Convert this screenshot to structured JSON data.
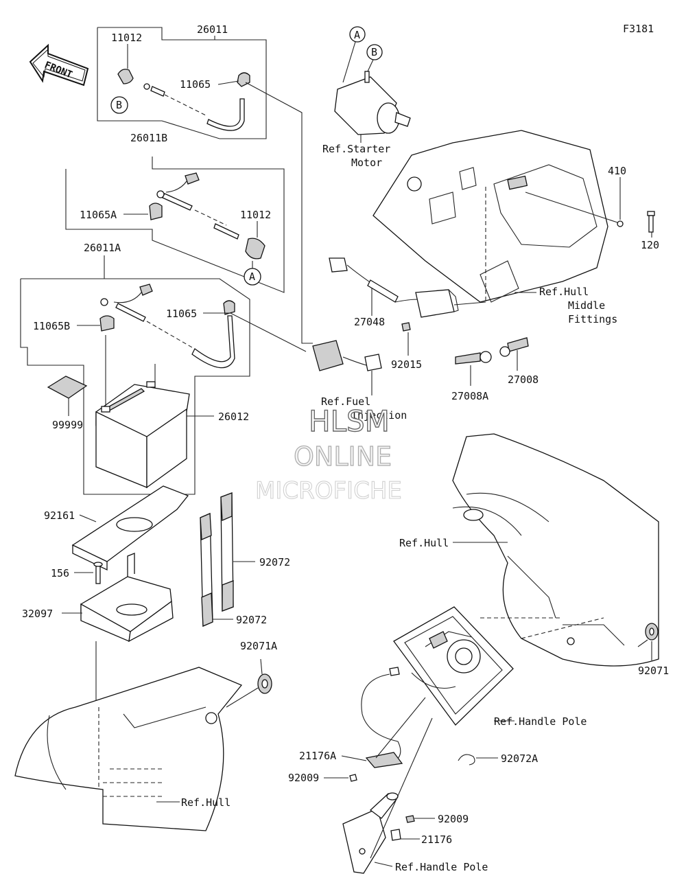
{
  "figure_code": "F3181",
  "front_arrow_text": "FRONT",
  "watermark": {
    "line1": "HLSM",
    "line2": "ONLINE",
    "line3": "MICROFICHE"
  },
  "callouts": {
    "A": "A",
    "B": "B"
  },
  "labels": [
    {
      "id": "26011",
      "text": "26011"
    },
    {
      "id": "11012-top",
      "text": "11012"
    },
    {
      "id": "11065-top",
      "text": "11065"
    },
    {
      "id": "26011B",
      "text": "26011B"
    },
    {
      "id": "11065A",
      "text": "11065A"
    },
    {
      "id": "11012-mid",
      "text": "11012"
    },
    {
      "id": "26011A",
      "text": "26011A"
    },
    {
      "id": "11065B",
      "text": "11065B"
    },
    {
      "id": "11065-mid",
      "text": "11065"
    },
    {
      "id": "99999",
      "text": "99999"
    },
    {
      "id": "26012",
      "text": "26012"
    },
    {
      "id": "92161",
      "text": "92161"
    },
    {
      "id": "156",
      "text": "156"
    },
    {
      "id": "32097",
      "text": "32097"
    },
    {
      "id": "92072-a",
      "text": "92072"
    },
    {
      "id": "92072-b",
      "text": "92072"
    },
    {
      "id": "92071A",
      "text": "92071A"
    },
    {
      "id": "ref-starter-1",
      "text": "Ref.Starter"
    },
    {
      "id": "ref-starter-2",
      "text": "Motor"
    },
    {
      "id": "410",
      "text": "410"
    },
    {
      "id": "120",
      "text": "120"
    },
    {
      "id": "ref-hull-mid-1",
      "text": "Ref.Hull"
    },
    {
      "id": "ref-hull-mid-2",
      "text": "Middle"
    },
    {
      "id": "ref-hull-mid-3",
      "text": "Fittings"
    },
    {
      "id": "27048",
      "text": "27048"
    },
    {
      "id": "92015",
      "text": "92015"
    },
    {
      "id": "27008A",
      "text": "27008A"
    },
    {
      "id": "27008",
      "text": "27008"
    },
    {
      "id": "ref-fuel-1",
      "text": "Ref.Fuel"
    },
    {
      "id": "ref-fuel-2",
      "text": "Injection"
    },
    {
      "id": "ref-hull-right",
      "text": "Ref.Hull"
    },
    {
      "id": "92071",
      "text": "92071"
    },
    {
      "id": "ref-handle-pole-1",
      "text": "Ref.Handle Pole"
    },
    {
      "id": "21176A",
      "text": "21176A"
    },
    {
      "id": "92009-a",
      "text": "92009"
    },
    {
      "id": "92072A",
      "text": "92072A"
    },
    {
      "id": "92009-b",
      "text": "92009"
    },
    {
      "id": "21176",
      "text": "21176"
    },
    {
      "id": "ref-handle-pole-2",
      "text": "Ref.Handle Pole"
    },
    {
      "id": "ref-hull-bottom",
      "text": "Ref.Hull"
    }
  ]
}
